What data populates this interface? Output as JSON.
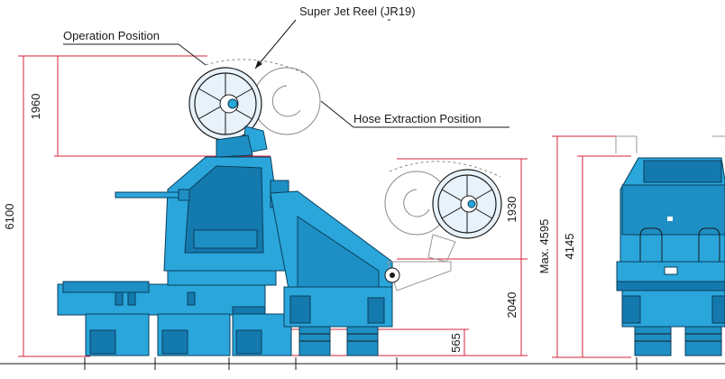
{
  "labels": {
    "reel": "Super Jet Reel (JR19)",
    "operation": "Operation Position",
    "extraction": "Hose Extraction Position"
  },
  "dimensions": {
    "total_height": "6100",
    "reel_height": "1960",
    "side_reel": "1930",
    "boom_height": "2040",
    "track_height": "565",
    "max_height": "Max. 4595",
    "body_height": "4145"
  },
  "colors": {
    "machine": "#2aa6db",
    "machine_dark": "#1479ad",
    "dimension_line": "#d9233b"
  }
}
